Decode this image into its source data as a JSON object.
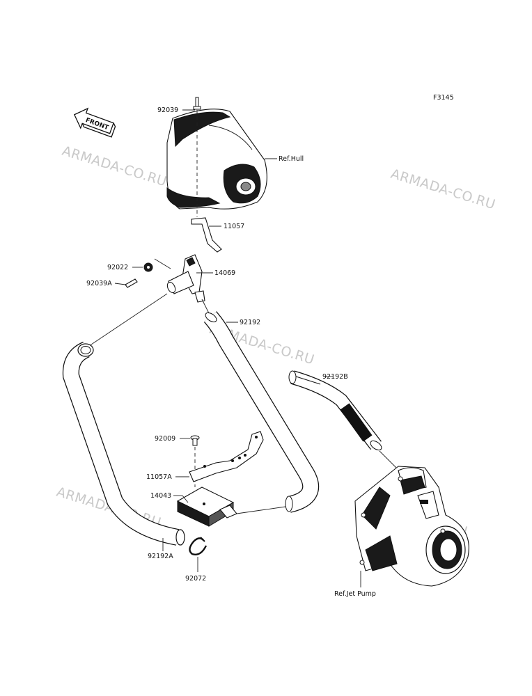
{
  "figure_code": "F3145",
  "front_label": "FRONT",
  "watermark": "ARMADA-CO.RU",
  "refs": {
    "hull": "Ref.Hull",
    "jet_pump": "Ref.Jet Pump"
  },
  "parts": [
    {
      "id": "p92039",
      "label": "92039"
    },
    {
      "id": "p11057",
      "label": "11057"
    },
    {
      "id": "p92022",
      "label": "92022"
    },
    {
      "id": "p92039A",
      "label": "92039A"
    },
    {
      "id": "p14069",
      "label": "14069"
    },
    {
      "id": "p92192",
      "label": "92192"
    },
    {
      "id": "p92192B",
      "label": "92192B"
    },
    {
      "id": "p92009",
      "label": "92009"
    },
    {
      "id": "p11057A",
      "label": "11057A"
    },
    {
      "id": "p14043",
      "label": "14043"
    },
    {
      "id": "p92192A",
      "label": "92192A"
    },
    {
      "id": "p92072",
      "label": "92072"
    }
  ]
}
